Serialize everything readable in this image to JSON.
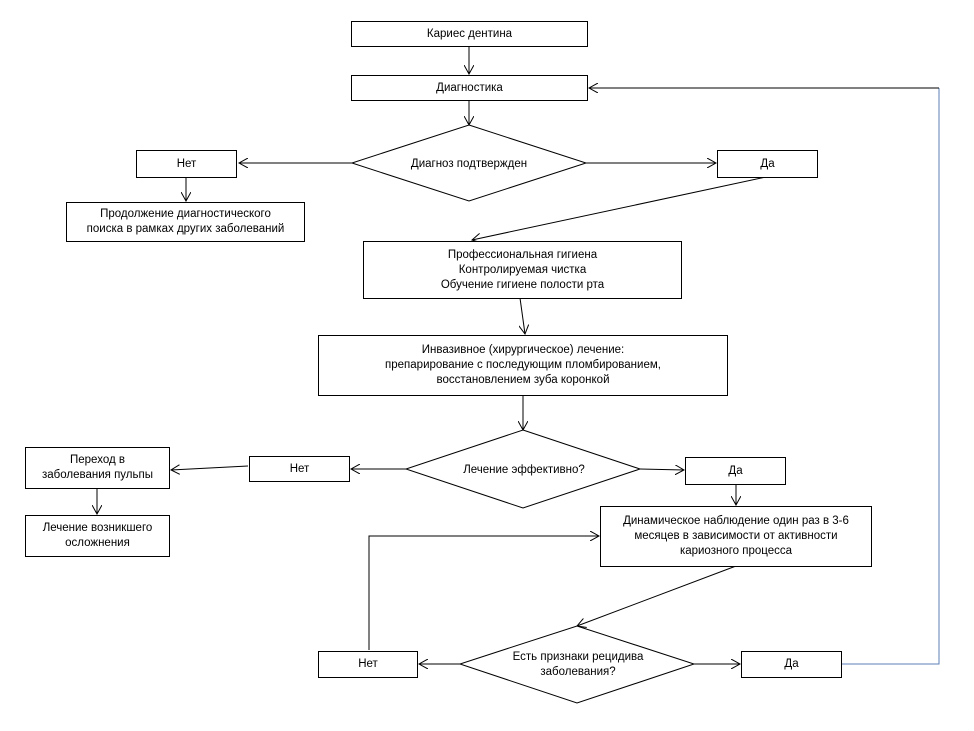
{
  "nodes": {
    "caries": "Кариес дентина",
    "diagnostics": "Диагностика",
    "diagnosis_confirmed": "Диагноз подтвержден",
    "no_1": "Нет",
    "yes_1": "Да",
    "continue_search": "Продолжение диагностического\nпоиска в рамках других заболеваний",
    "hygiene": "Профессиональная гигиена\nКонтролируемая чистка\nОбучение гигиене полости рта",
    "invasive": "Инвазивное (хирургическое) лечение:\nпрепарирование с последующим пломбированием,\nвосстановлением зуба коронкой",
    "treatment_effective": "Лечение эффективно?",
    "no_2": "Нет",
    "yes_2": "Да",
    "pulp_transition": "Переход в\nзаболевания пульпы",
    "complication_treatment": "Лечение возникшего\nосложнения",
    "observation": "Динамическое наблюдение один раз в 3-6\nмесяцев в зависимости от активности\nкариозного процесса",
    "recurrence_signs": "Есть признаки рецидива\nзаболевания?",
    "no_3": "Нет",
    "yes_3": "Да"
  }
}
